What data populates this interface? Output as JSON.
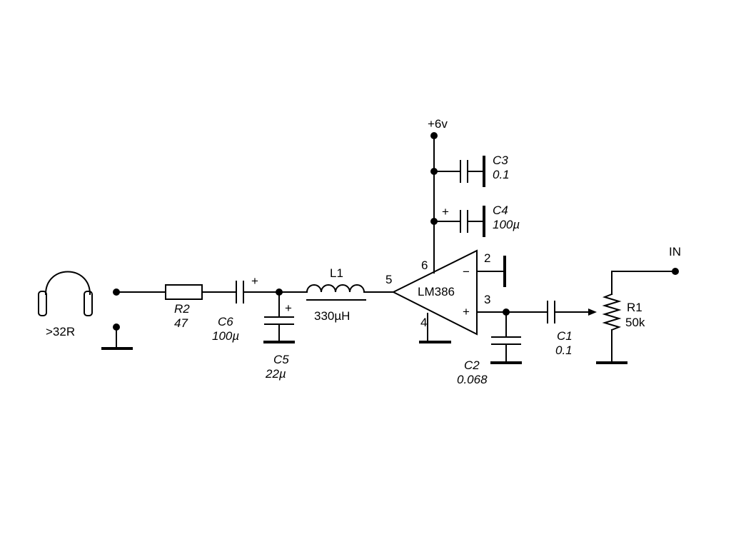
{
  "supply": {
    "label": "+6v"
  },
  "input": {
    "label": "IN"
  },
  "headphones": {
    "label": ">32R"
  },
  "ic": {
    "name": "LM386",
    "pins": {
      "p2": "2",
      "p3": "3",
      "p4": "4",
      "p5": "5",
      "p6": "6"
    },
    "minus": "−",
    "plus": "+"
  },
  "components": {
    "C3": {
      "ref": "C3",
      "value": "0.1"
    },
    "C4": {
      "ref": "C4",
      "value": "100µ",
      "polarity": "+"
    },
    "R2": {
      "ref": "R2",
      "value": "47"
    },
    "C6": {
      "ref": "C6",
      "value": "100µ",
      "polarity": "+"
    },
    "C5": {
      "ref": "C5",
      "value": "22µ",
      "polarity": "+"
    },
    "L1": {
      "ref": "L1",
      "value": "330µH"
    },
    "C2": {
      "ref": "C2",
      "value": "0.068"
    },
    "C1": {
      "ref": "C1",
      "value": "0.1"
    },
    "R1": {
      "ref": "R1",
      "value": "50k"
    }
  },
  "colors": {
    "ink": "#000000",
    "background": "#ffffff"
  }
}
